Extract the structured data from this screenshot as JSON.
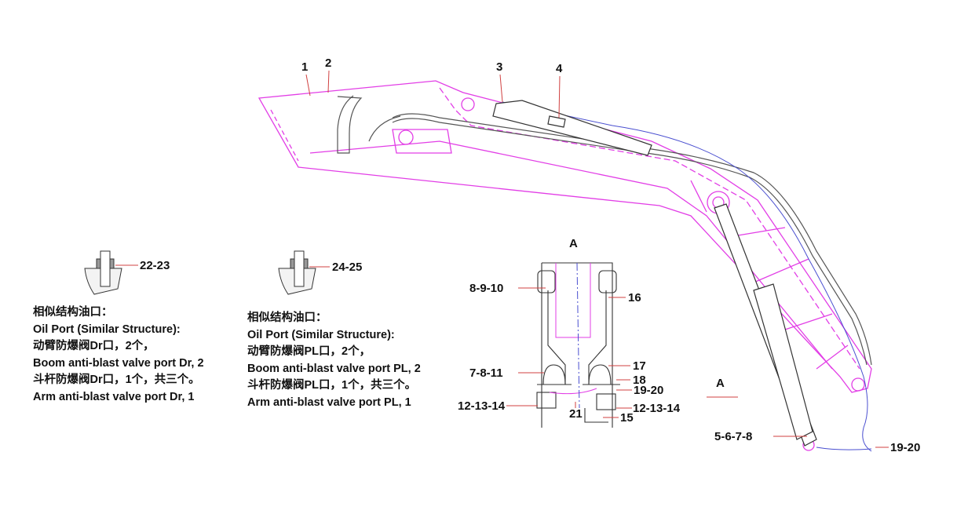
{
  "callouts": {
    "c1": "1",
    "c2": "2",
    "c3": "3",
    "c4": "4",
    "c22_23": "22-23",
    "c24_25": "24-25",
    "view_a_title": "A",
    "view_a_arrow": "A",
    "c8_9_10": "8-9-10",
    "c16": "16",
    "c7_8_11": "7-8-11",
    "c17": "17",
    "c18": "18",
    "c19_20_detail": "19-20",
    "c12_13_14_left": "12-13-14",
    "c12_13_14_right": "12-13-14",
    "c21": "21",
    "c15": "15",
    "c5_6_7_8": "5-6-7-8",
    "c19_20_main": "19-20"
  },
  "notes": {
    "dr": [
      "相似结构油口：",
      "Oil Port (Similar Structure):",
      "动臂防爆阀Dr口，2个，",
      "Boom anti-blast valve port Dr, 2",
      "斗杆防爆阀Dr口，1个，共三个。",
      "Arm anti-blast valve port Dr, 1"
    ],
    "pl": [
      "相似结构油口：",
      "Oil Port (Similar Structure):",
      "动臂防爆阀PL口，2个，",
      "Boom anti-blast valve port PL, 2",
      "斗杆防爆阀PL口，1个，共三个。",
      "Arm anti-blast valve port PL, 1"
    ]
  },
  "colors": {
    "structure": "#e23ee6",
    "hose": "#4a4fd0",
    "part": "#333333",
    "leader": "#d04040"
  }
}
